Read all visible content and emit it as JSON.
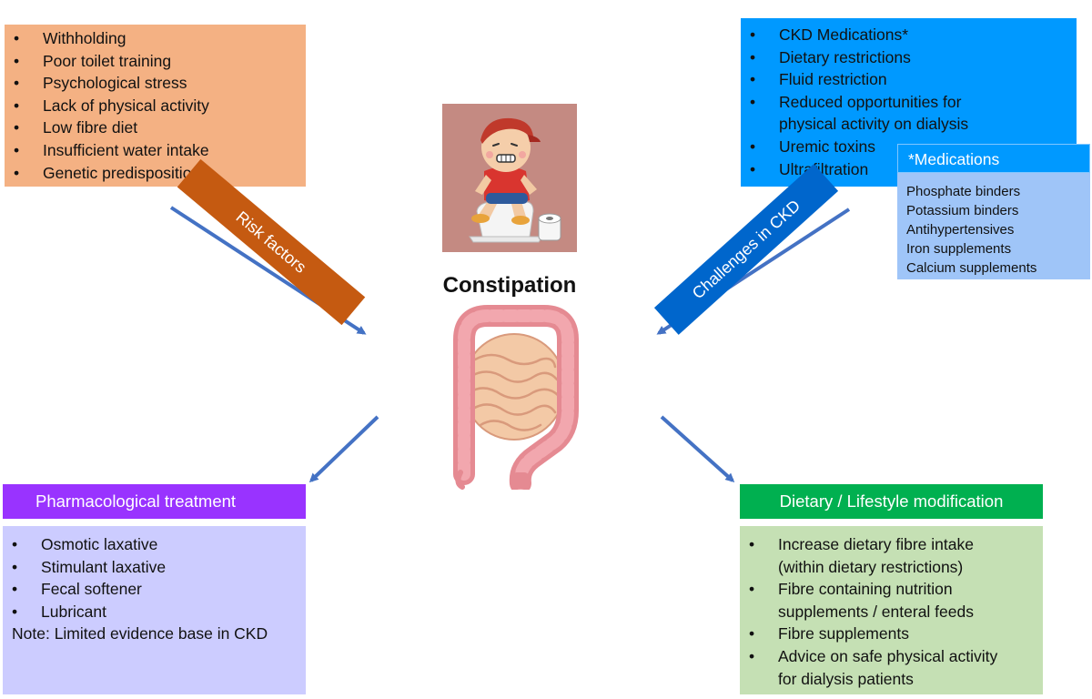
{
  "center_title": "Constipation",
  "risk_factors": {
    "banner": "Risk factors",
    "items": [
      "Withholding",
      "Poor toilet training",
      "Psychological stress",
      "Lack of physical activity",
      "Low fibre diet",
      "Insufficient water intake",
      "Genetic predisposition"
    ]
  },
  "ckd_challenges": {
    "banner": "Challenges in CKD",
    "items": [
      "CKD Medications*",
      "Dietary restrictions",
      "Fluid restriction",
      "Reduced opportunities for physical activity on dialysis",
      "Uremic toxins",
      "Ultrafiltration"
    ]
  },
  "medications": {
    "title": "*Medications",
    "items": [
      "Phosphate binders",
      "Potassium binders",
      "Antihypertensives",
      "Iron supplements",
      "Calcium supplements"
    ]
  },
  "pharmacological": {
    "title": "Pharmacological treatment",
    "items": [
      "Osmotic laxative",
      "Stimulant laxative",
      "Fecal softener",
      "Lubricant"
    ],
    "note": "Note: Limited evidence base in CKD"
  },
  "dietary": {
    "title": "Dietary / Lifestyle modification",
    "items": [
      "Increase dietary fibre intake (within dietary restrictions)",
      "Fibre containing nutrition supplements / enteral feeds",
      "Fibre supplements",
      "Advice on safe physical activity for dialysis patients"
    ]
  },
  "colors": {
    "risk_box": "#f4b183",
    "risk_banner": "#c55a11",
    "ckd_box": "#0099ff",
    "ckd_banner": "#0066cc",
    "medications_body": "#9fc5f8",
    "pharm_header": "#9933ff",
    "pharm_body": "#ccccff",
    "diet_header": "#00b050",
    "diet_body": "#c5e0b4",
    "arrow": "#4472c4"
  }
}
